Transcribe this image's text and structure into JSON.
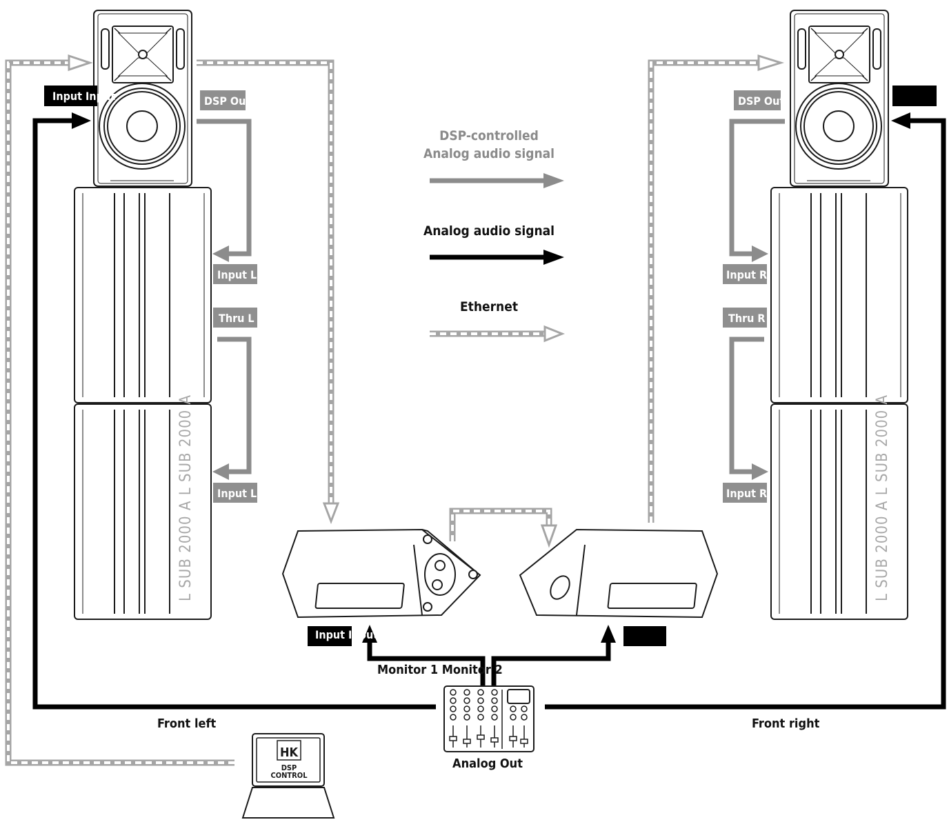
{
  "colors": {
    "dsp_signal": "#8c8c8c",
    "analog_signal": "#000000",
    "ethernet": "#a5a5a5",
    "tag_grey": "#8f8f8f",
    "tag_black": "#000000"
  },
  "legend": {
    "dsp_line1": "DSP-controlled",
    "dsp_line2": "Analog audio signal",
    "analog": "Analog audio signal",
    "ethernet": "Ethernet"
  },
  "left": {
    "input_tag": "Input Input",
    "dsp_out": "DSP Out",
    "input_1": "Input L",
    "thru": "Thru L",
    "input_2": "Input L",
    "sub_label": "L SUB 2000 A L SUB 2000 A"
  },
  "right": {
    "dsp_out": "DSP Out",
    "input_1": "Input R",
    "thru": "Thru R",
    "input_2": "Input R",
    "sub_label": "L SUB 2000 A L SUB 2000 A"
  },
  "monitors": {
    "input_tag": "Input Input",
    "label": "Monitor 1 Monitor 2"
  },
  "bottom": {
    "front_left": "Front left",
    "front_right": "Front right",
    "analog_out": "Analog Out",
    "dsp_control_line1": "DSP",
    "dsp_control_line2": "CONTROL",
    "hk_logo": "HK"
  },
  "icons": {
    "mixer": "mixer-console-icon",
    "laptop": "laptop-icon",
    "top_speaker": "speaker-cabinet-icon",
    "subwoofer": "subwoofer-icon",
    "monitor": "stage-monitor-icon"
  }
}
